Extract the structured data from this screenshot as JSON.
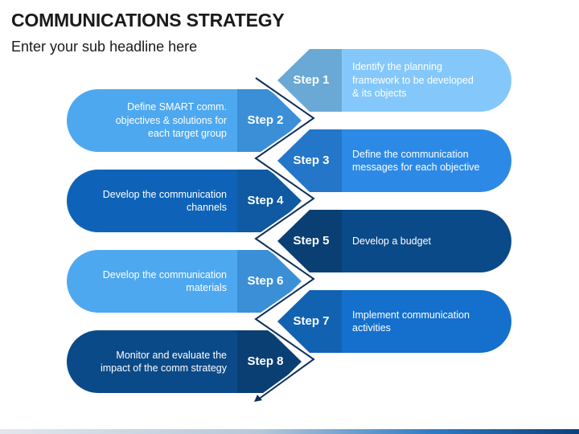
{
  "header": {
    "title": "COMMUNICATIONS STRATEGY",
    "subtitle": "Enter your sub headline here"
  },
  "steps": [
    {
      "label": "Step 1",
      "side": "right",
      "color": "#84c8fb",
      "chevron_color": "#6aa9d6",
      "lines": [
        "Identify the planning",
        "framework to be developed",
        "& its objects"
      ]
    },
    {
      "label": "Step 2",
      "side": "left",
      "color": "#4ea8ef",
      "chevron_color": "#3b8fd6",
      "lines": [
        "Define SMART comm.",
        "objectives & solutions for",
        "each target group"
      ]
    },
    {
      "label": "Step 3",
      "side": "right",
      "color": "#2c8ae6",
      "chevron_color": "#2476c8",
      "lines": [
        "Define the communication",
        "messages for each objective"
      ]
    },
    {
      "label": "Step 4",
      "side": "left",
      "color": "#0e63b8",
      "chevron_color": "#0f5aa2",
      "lines": [
        "Develop the communication",
        "channels"
      ]
    },
    {
      "label": "Step 5",
      "side": "right",
      "color": "#0b4a88",
      "chevron_color": "#0a3f74",
      "lines": [
        "Develop a budget"
      ]
    },
    {
      "label": "Step 6",
      "side": "left",
      "color": "#4ea8ef",
      "chevron_color": "#3b8fd6",
      "lines": [
        "Develop the communication",
        "materials"
      ]
    },
    {
      "label": "Step 7",
      "side": "right",
      "color": "#1470cc",
      "chevron_color": "#1262b2",
      "lines": [
        "Implement communication",
        "activities"
      ]
    },
    {
      "label": "Step 8",
      "side": "left",
      "color": "#0b4a88",
      "chevron_color": "#0a3f74",
      "lines": [
        "Monitor and evaluate the",
        "impact of the comm strategy"
      ]
    }
  ],
  "connector_color": "#0d2f5c"
}
